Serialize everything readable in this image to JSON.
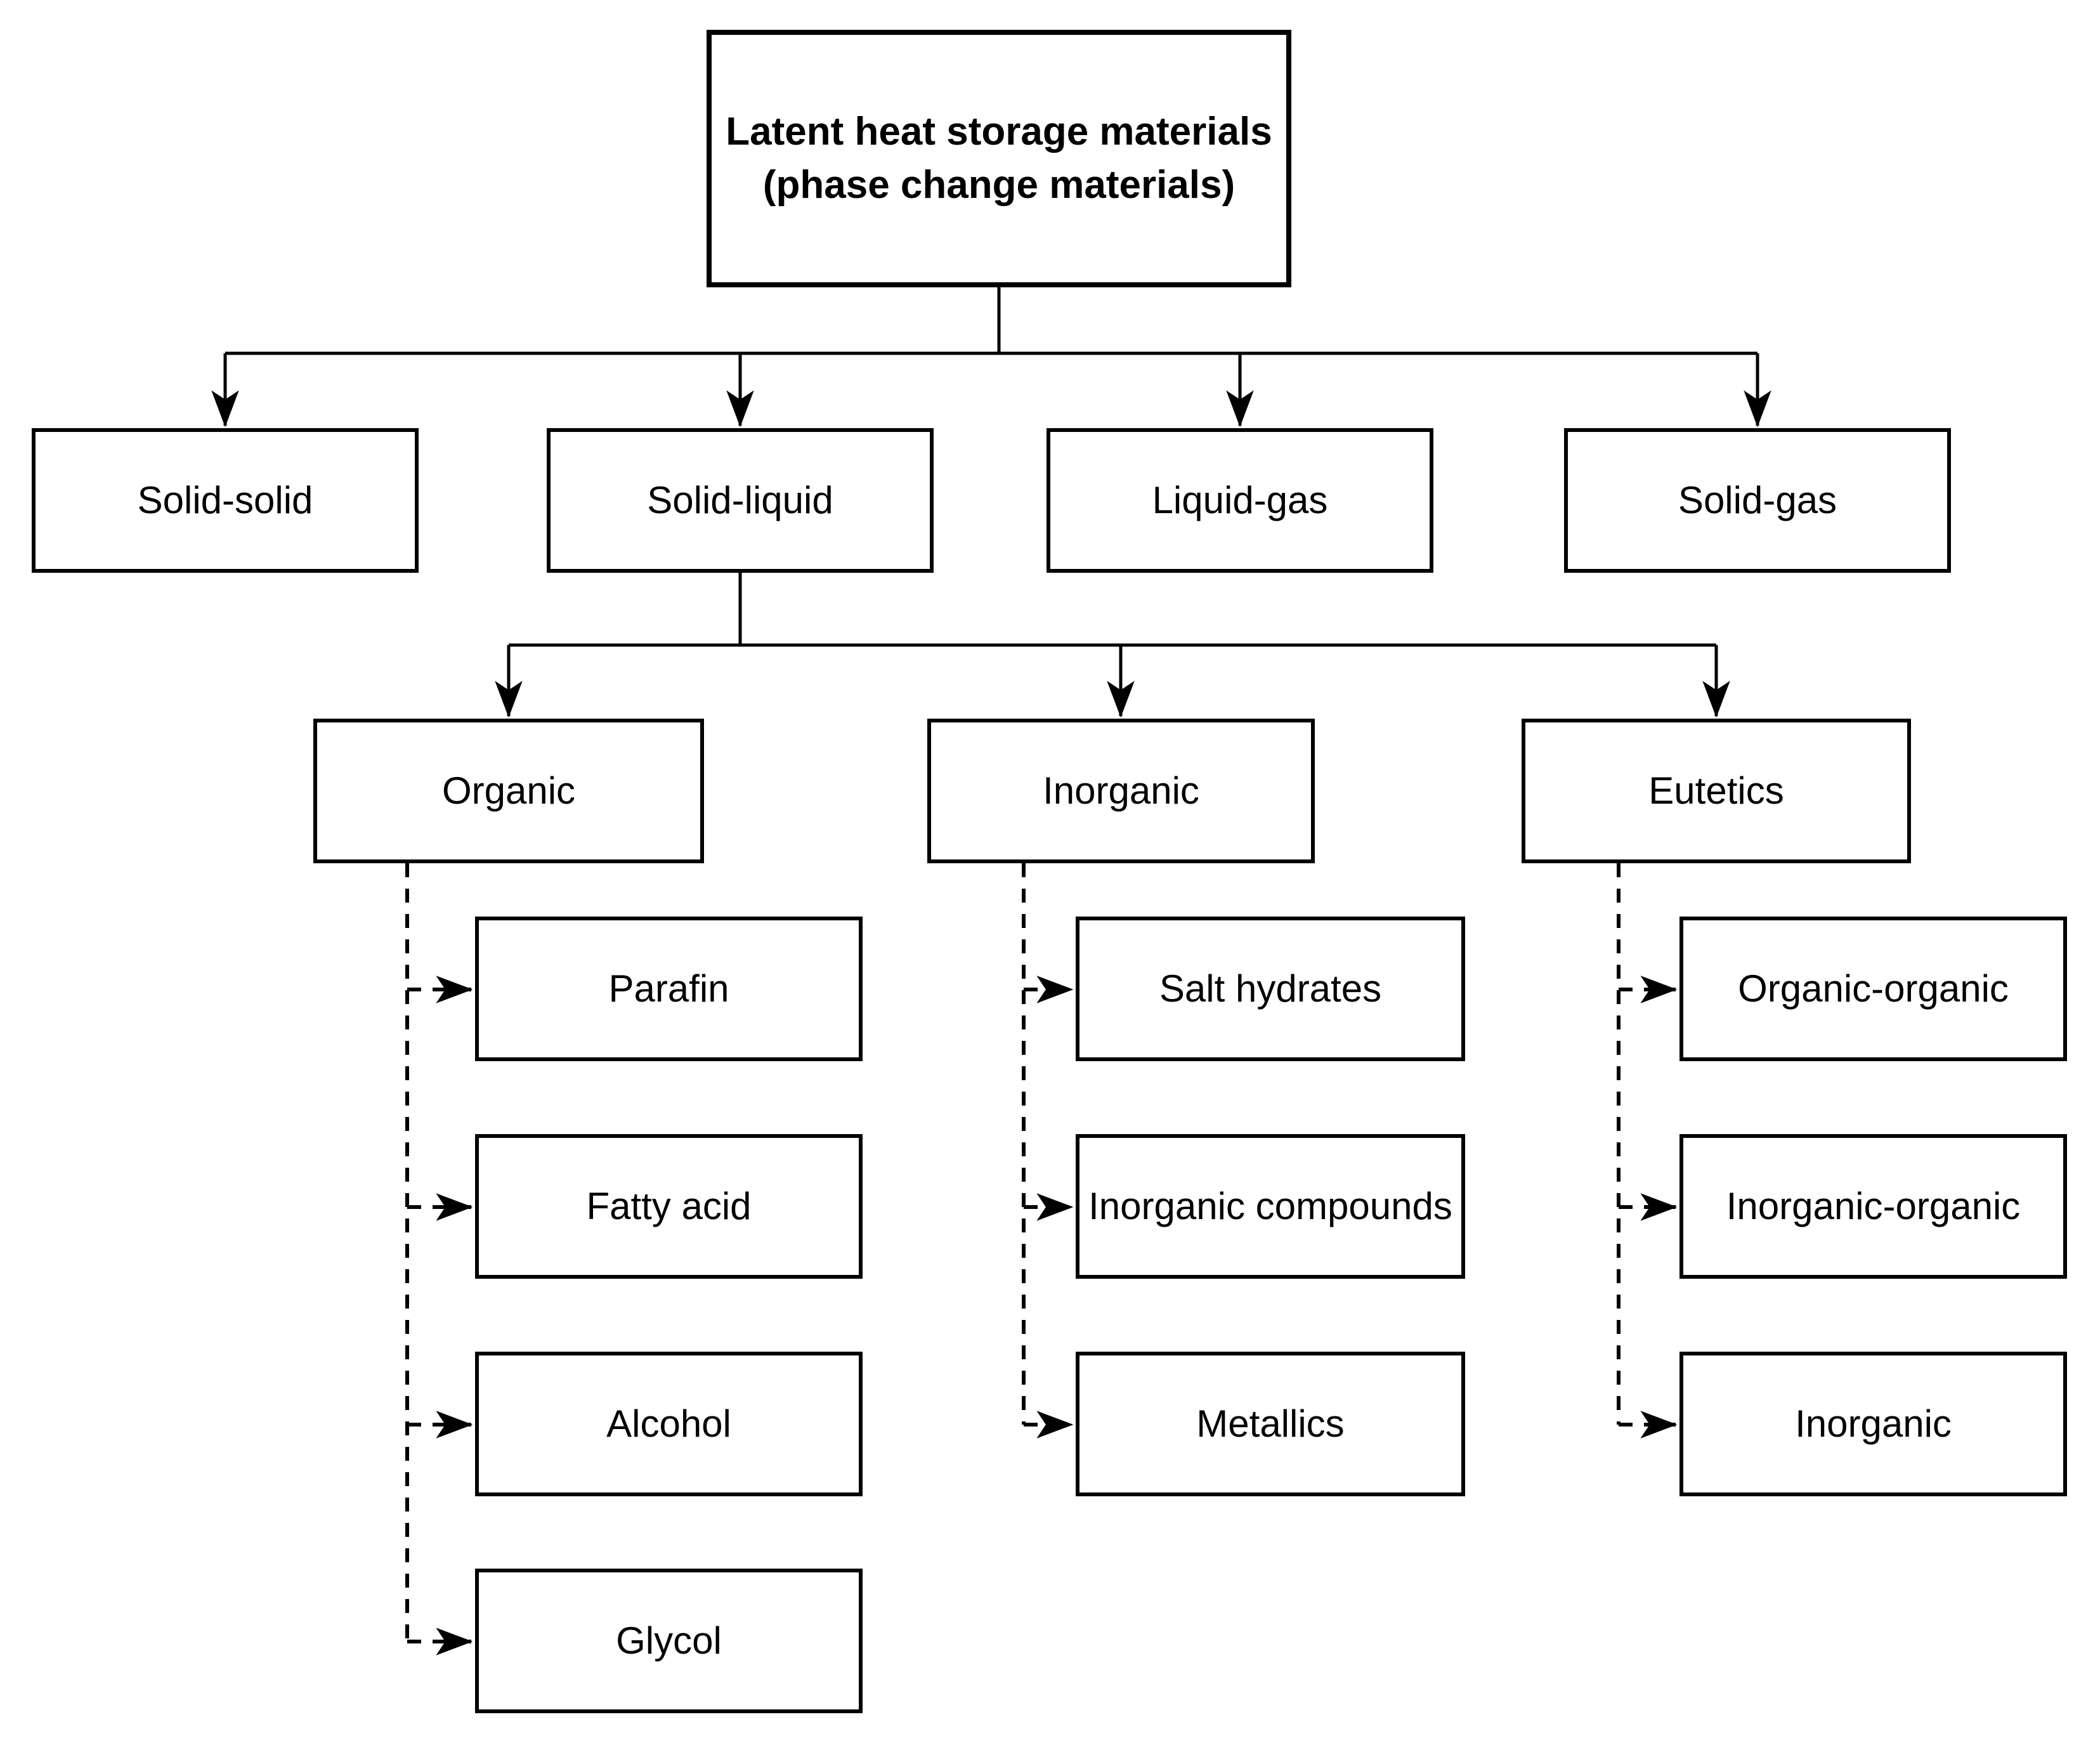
{
  "diagram_title": "Latent heat storage materials (phase change materials)",
  "colors": {
    "line": "#000000",
    "box_fill": "#ffffff",
    "background": "#ffffff",
    "text": "#000000"
  },
  "nodes": {
    "root": {
      "label": "Latent heat storage materials\n(phase change materials)"
    },
    "level2": [
      {
        "label": "Solid-solid"
      },
      {
        "label": "Solid-liquid"
      },
      {
        "label": "Liquid-gas"
      },
      {
        "label": "Solid-gas"
      }
    ],
    "level3": [
      {
        "label": "Organic"
      },
      {
        "label": "Inorganic"
      },
      {
        "label": "Eutetics"
      }
    ],
    "organic_children": [
      {
        "label": "Parafin"
      },
      {
        "label": "Fatty acid"
      },
      {
        "label": "Alcohol"
      },
      {
        "label": "Glycol"
      }
    ],
    "inorganic_children": [
      {
        "label": "Salt hydrates"
      },
      {
        "label": "Inorganic compounds"
      },
      {
        "label": "Metallics"
      }
    ],
    "eutetics_children": [
      {
        "label": "Organic-organic"
      },
      {
        "label": "Inorganic-organic"
      },
      {
        "label": "Inorganic"
      }
    ]
  }
}
